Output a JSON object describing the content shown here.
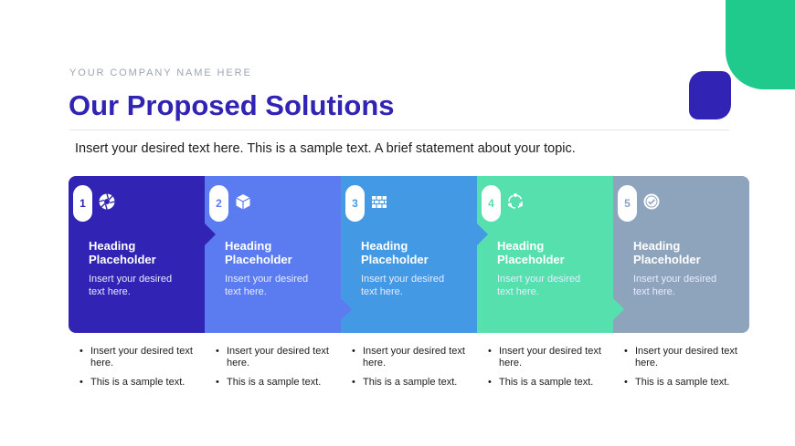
{
  "company": "YOUR COMPANY NAME HERE",
  "title": "Our Proposed Solutions",
  "subtitle": "Insert your desired text here. This is a sample text. A brief statement about your topic.",
  "colors": {
    "brand": "#3123b4",
    "accent_green": "#20c98c"
  },
  "steps": [
    {
      "number": "1",
      "icon": "aperture-icon",
      "color": "#3123b4",
      "heading": "Heading Placeholder",
      "text": "Insert your desired text here.",
      "bullets": [
        "Insert your desired text here.",
        "This is a sample text."
      ]
    },
    {
      "number": "2",
      "icon": "box-icon",
      "color": "#5b7bf0",
      "heading": "Heading Placeholder",
      "text": "Insert your desired text here.",
      "bullets": [
        "Insert your desired text here.",
        "This is a sample text."
      ]
    },
    {
      "number": "3",
      "icon": "brick-wall-icon",
      "color": "#4399e3",
      "heading": "Heading Placeholder",
      "text": "Insert your desired text here.",
      "bullets": [
        "Insert your desired text here.",
        "This is a sample text."
      ]
    },
    {
      "number": "4",
      "icon": "cycle-icon",
      "color": "#55e0ad",
      "heading": "Heading Placeholder",
      "text": "Insert your desired text here.",
      "bullets": [
        "Insert your desired text here.",
        "This is a sample text."
      ]
    },
    {
      "number": "5",
      "icon": "badge-icon",
      "color": "#8ea4bd",
      "heading": "Heading Placeholder",
      "text": "Insert your desired text here.",
      "bullets": [
        "Insert your desired text here.",
        "This is a sample text."
      ]
    }
  ]
}
